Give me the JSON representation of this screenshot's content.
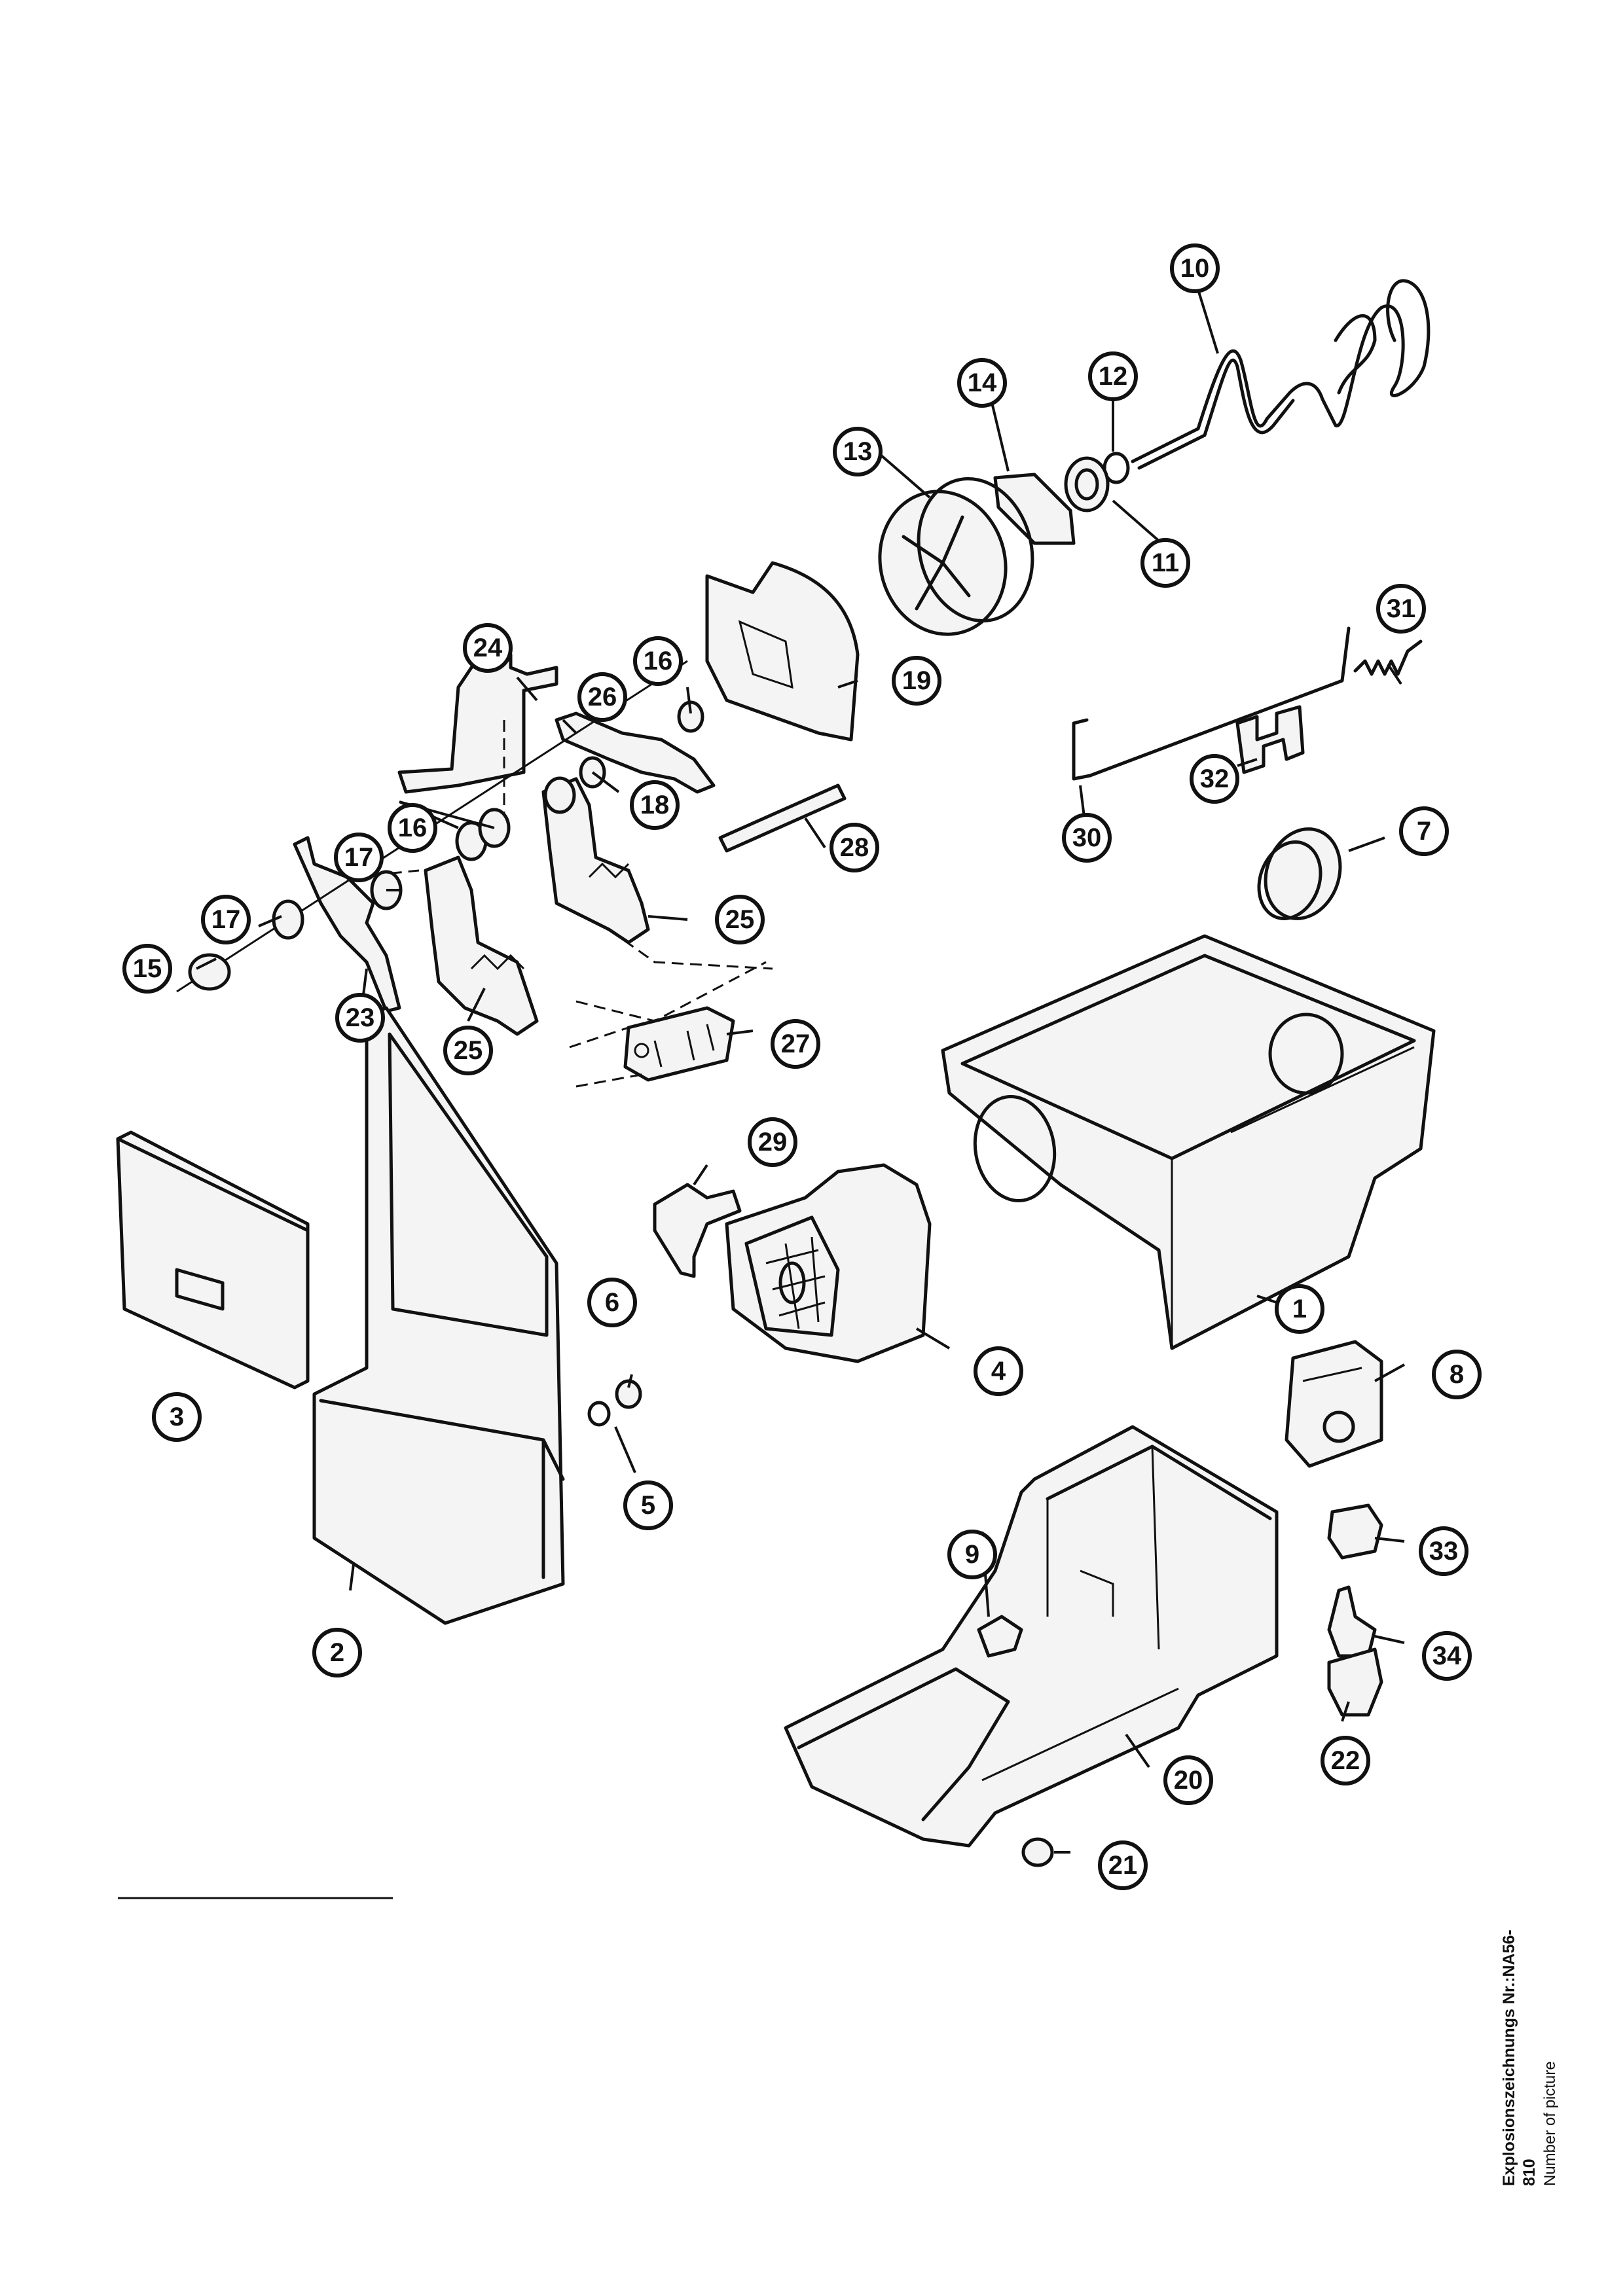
{
  "callouts": [
    "1",
    "2",
    "3",
    "4",
    "5",
    "6",
    "7",
    "8",
    "9",
    "10",
    "11",
    "12",
    "13",
    "14",
    "15",
    "16",
    "16",
    "17",
    "17",
    "18",
    "19",
    "20",
    "21",
    "22",
    "23",
    "24",
    "25",
    "25",
    "26",
    "27",
    "28",
    "29",
    "30",
    "31",
    "32",
    "33",
    "34"
  ],
  "caption": {
    "title": "Explosionszeichnungs Nr.:NA56-810",
    "subtitle": "Number of picture"
  }
}
